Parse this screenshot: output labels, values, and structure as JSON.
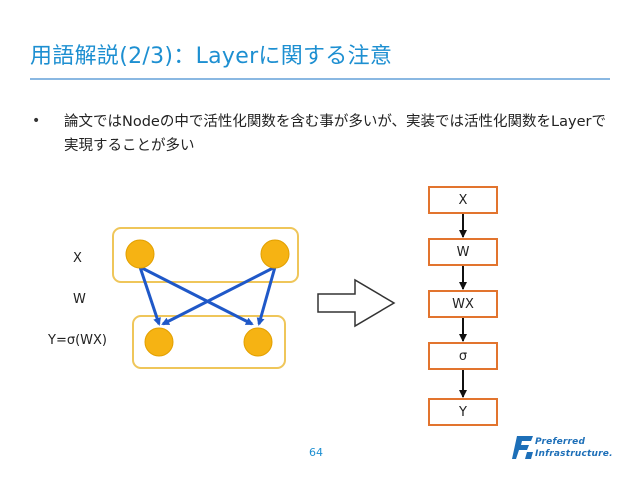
{
  "title": "用語解説(2/3)：Layerに関する注意",
  "bullet": {
    "marker": "•",
    "text": "論文ではNodeの中で活性化関数を含む事が多いが、実装では活性化関数をLayerで実現することが多い"
  },
  "left_diagram": {
    "labels": {
      "x": "X",
      "w": "W",
      "y": "Y=σ(WX)"
    }
  },
  "right_diagram": {
    "boxes": [
      "X",
      "W",
      "WX",
      "σ",
      "Y"
    ]
  },
  "page_number": "64",
  "logo": {
    "line1": "Preferred",
    "line2": "Infrastructure."
  },
  "colors": {
    "title": "#1d8fd1",
    "node_fill": "#f6b313",
    "layer_border": "#efc65a",
    "arrow": "#1f58c8",
    "box_border": "#e2742e"
  }
}
